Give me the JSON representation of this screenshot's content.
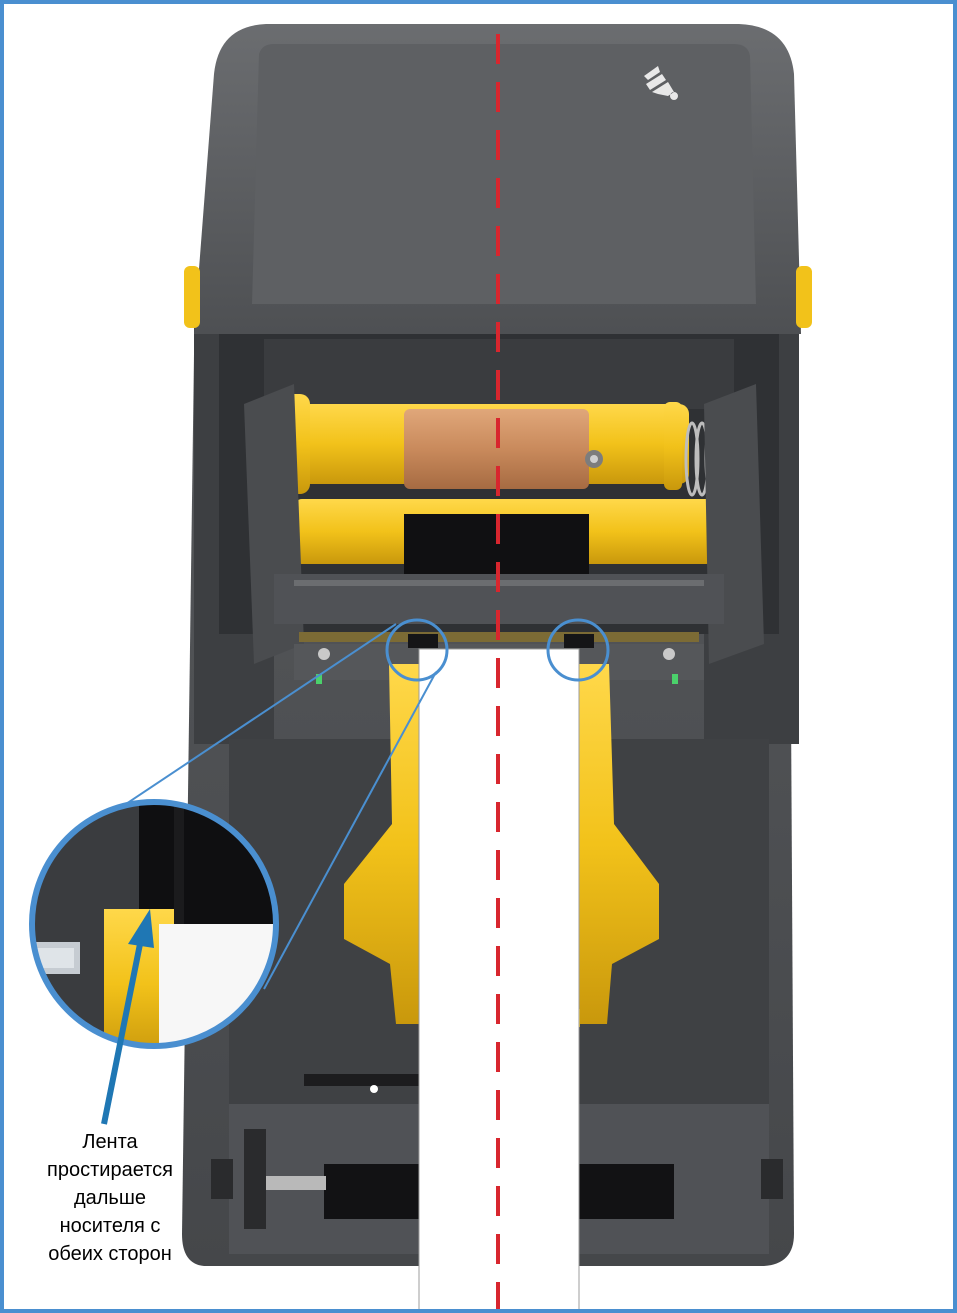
{
  "callout": {
    "lines": [
      "Лента",
      "простирается",
      "дальше",
      "носителя с",
      "обеих сторон"
    ]
  },
  "colors": {
    "frame": "#4a8fd0",
    "printer_body": "#5b5d60",
    "printer_dark": "#2f3134",
    "spindle_yellow": "#f2c21a",
    "ribbon_core": "#c98a5c",
    "centerline": "#d8262e",
    "callout_arrow": "#1f77b4",
    "media": "#ffffff"
  },
  "icons": {
    "brand_logo": "zebra-head-icon"
  }
}
